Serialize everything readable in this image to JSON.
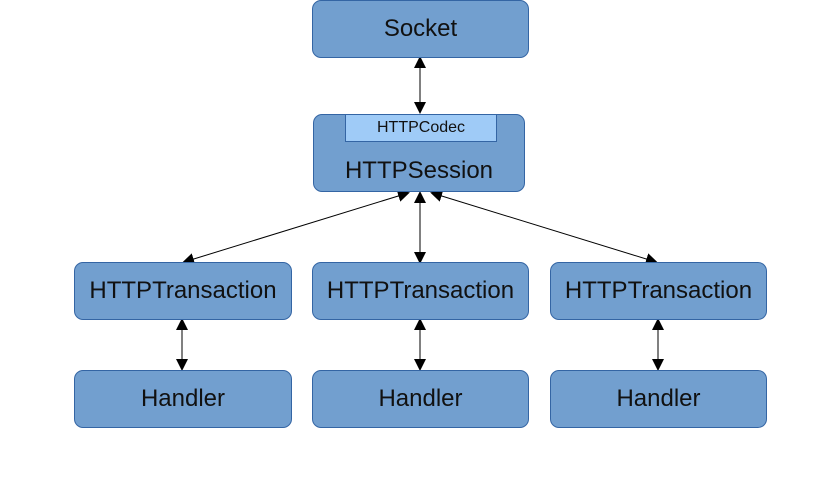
{
  "nodes": {
    "socket": "Socket",
    "http_session": "HTTPSession",
    "http_codec": "HTTPCodec",
    "transactions": [
      "HTTPTransaction",
      "HTTPTransaction",
      "HTTPTransaction"
    ],
    "handlers": [
      "Handler",
      "Handler",
      "Handler"
    ]
  },
  "colors": {
    "node_fill": "#729fcf",
    "node_border": "#3465a4",
    "codec_fill": "#9fcbf7",
    "connector": "#000000"
  }
}
